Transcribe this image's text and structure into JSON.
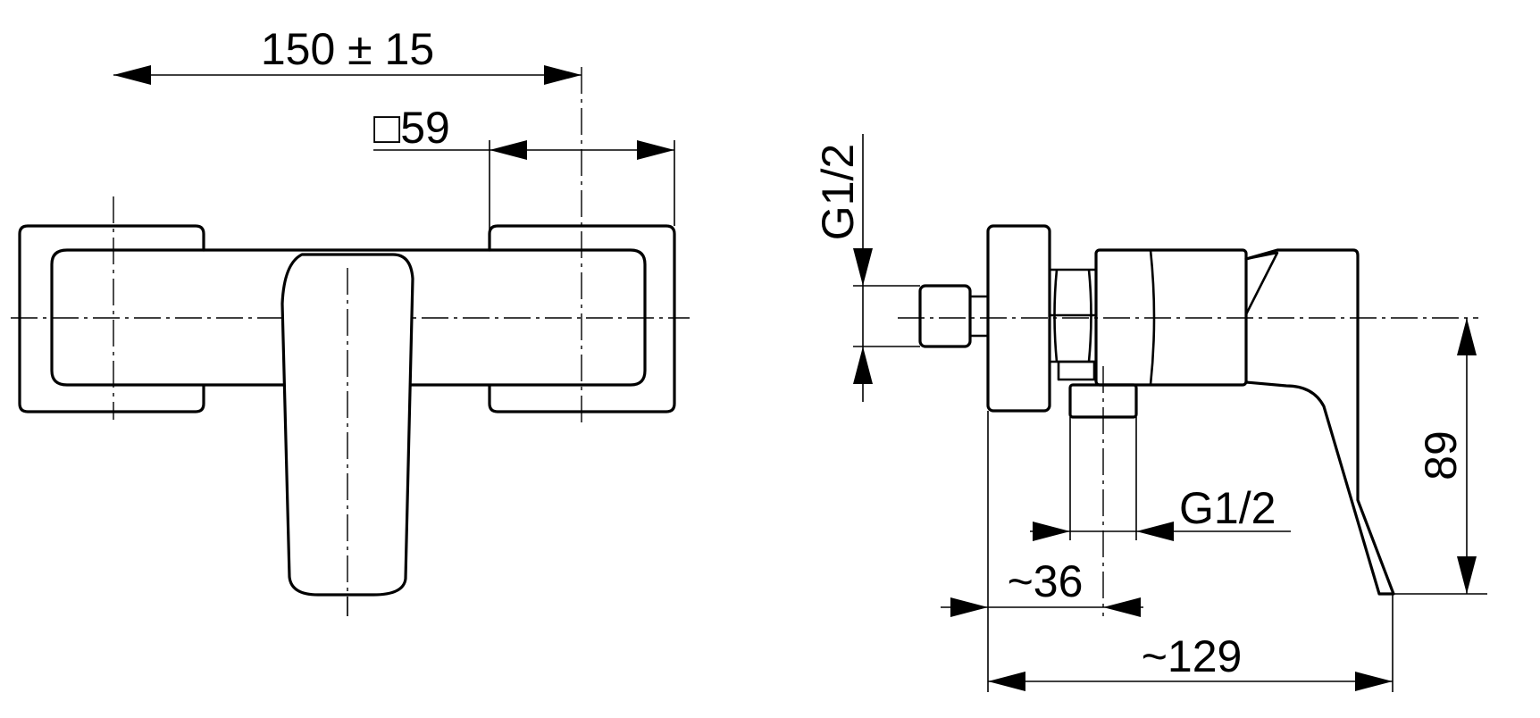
{
  "front_view": {
    "dimensions": {
      "width_label": "150 ± 15",
      "rosette_label": "□59"
    }
  },
  "side_view": {
    "dimensions": {
      "inlet_thread_label": "G1/2",
      "outlet_thread_label": "G1/2",
      "depth_label": "~36",
      "overall_depth_label": "~129",
      "handle_height_label": "89"
    }
  }
}
